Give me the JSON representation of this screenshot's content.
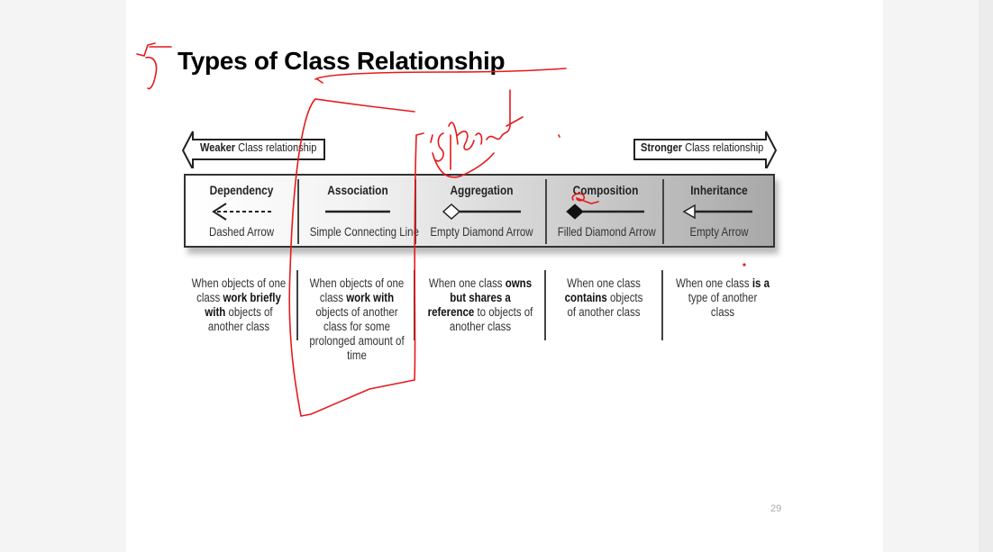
{
  "slide": {
    "title": "Types of Class Relationship",
    "weaker": {
      "bold": "Weaker",
      "rest": " Class relationship"
    },
    "stronger": {
      "bold": "Stronger",
      "rest": " Class relationship"
    },
    "columns": [
      {
        "name": "Dependency",
        "notation": "Dashed Arrow",
        "desc": [
          [
            "When objects of one class ",
            false
          ],
          [
            "work briefly with",
            true
          ],
          [
            " objects of another class",
            false
          ]
        ]
      },
      {
        "name": "Association",
        "notation": "Simple Connecting Line",
        "desc": [
          [
            "When objects of one class ",
            false
          ],
          [
            "work with",
            true
          ],
          [
            " objects of another class for some prolonged amount of time",
            false
          ]
        ]
      },
      {
        "name": "Aggregation",
        "notation": "Empty Diamond Arrow",
        "desc": [
          [
            "When one class ",
            false
          ],
          [
            "owns but shares a reference",
            true
          ],
          [
            " to objects of another class",
            false
          ]
        ]
      },
      {
        "name": "Composition",
        "notation": "Filled Diamond Arrow",
        "desc": [
          [
            "When one class ",
            false
          ],
          [
            "contains",
            true
          ],
          [
            " objects of another class",
            false
          ]
        ]
      },
      {
        "name": "Inheritance",
        "notation": "Empty Arrow",
        "desc": [
          [
            "When one class ",
            false
          ],
          [
            "is a",
            true
          ],
          [
            " type of another class",
            false
          ]
        ]
      }
    ],
    "page_number": "29"
  },
  "annotations": {
    "color": "#e8191b"
  }
}
